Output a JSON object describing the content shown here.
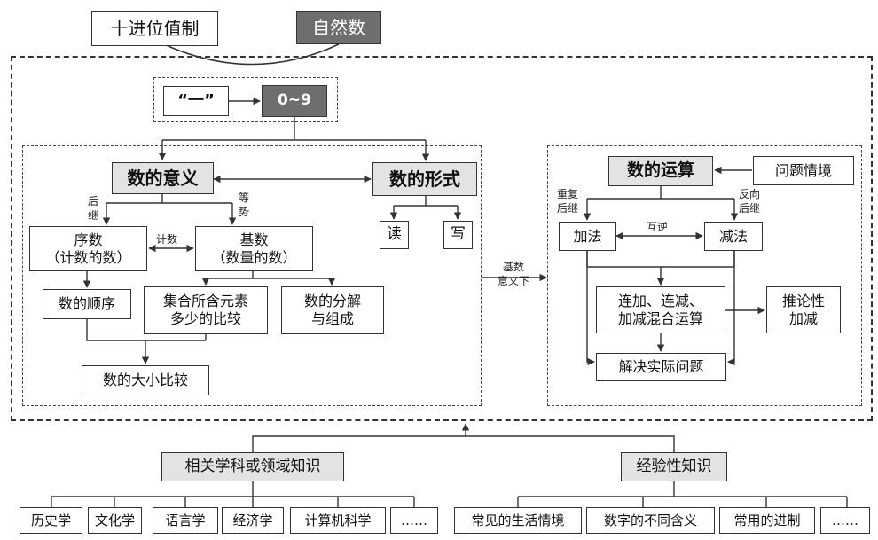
{
  "top": {
    "decimal_system": "十进位值制",
    "natural_numbers": "自然数",
    "one_quote": "“一”",
    "digits": "0~9"
  },
  "meaning": {
    "title": "数的意义",
    "form": "数的形式",
    "read": "读",
    "write": "写",
    "ordinal": [
      "序数",
      "（计数的数）"
    ],
    "cardinal": [
      "基数",
      "（数量的数）"
    ],
    "order": "数的顺序",
    "set_compare": [
      "集合所含元素",
      "多少的比较"
    ],
    "decompose": [
      "数的分解",
      "与组成"
    ],
    "size_compare": "数的大小比较"
  },
  "operation": {
    "title": "数的运算",
    "situation": "问题情境",
    "add": "加法",
    "sub": "减法",
    "chain": [
      "连加、连减、",
      "加减混合运算"
    ],
    "infer": [
      "推论性",
      "加减"
    ],
    "solve": "解决实际问题"
  },
  "labels": {
    "successor": "后继",
    "equipotent": "等势",
    "counting": "计数",
    "repeat_successor": "重复后继",
    "reverse_successor": "反向后继",
    "inverse": "互逆",
    "cardinal_meaning": [
      "基数",
      "意义下"
    ]
  },
  "knowledge": {
    "related": "相关学科或领域知识",
    "related_items": [
      "历史学",
      "文化学",
      "语言学",
      "经济学",
      "计算机科学",
      "……"
    ],
    "experiential": "经验性知识",
    "experiential_items": [
      "常见的生活情境",
      "数字的不同含义",
      "常用的进制",
      "……"
    ]
  }
}
